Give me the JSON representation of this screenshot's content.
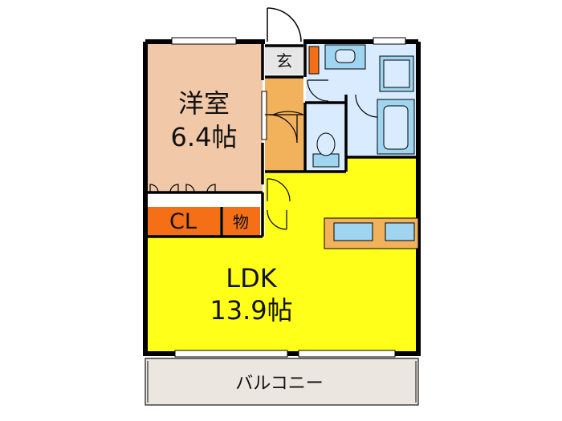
{
  "rooms": {
    "western_room": {
      "name": "洋室",
      "size": "6.4帖"
    },
    "ldk": {
      "name": "LDK",
      "size": "13.9帖"
    },
    "closet": {
      "name": "CL"
    },
    "storage": {
      "name": "物"
    },
    "entrance": {
      "name": "玄"
    },
    "balcony": {
      "name": "バルコニー"
    }
  },
  "colors": {
    "western_room": "#f2c9a8",
    "ldk": "#ffff1a",
    "closet": "#f46f16",
    "hallway": "#f2b25c",
    "wet_area": "#d9ecff",
    "balcony": "#ece6e0",
    "fixture": "#9fd5f0",
    "counter": "#f2b25c",
    "wall": "#000000"
  }
}
